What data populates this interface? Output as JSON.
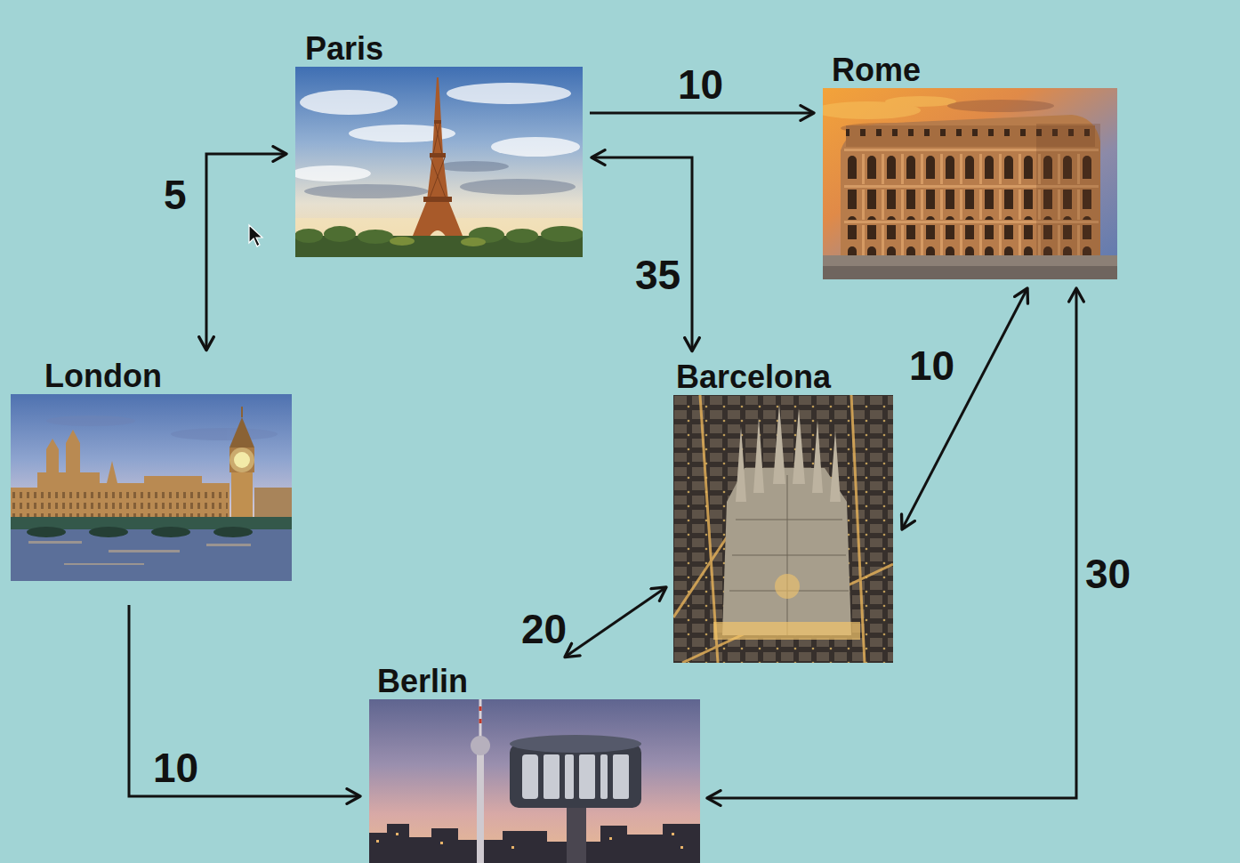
{
  "diagram": {
    "nodes": [
      {
        "text": [
          "Paris"
        ]
      },
      {
        "text": [
          "Rome"
        ]
      },
      {
        "text": [
          "London"
        ]
      },
      {
        "text": [
          "Barcelona"
        ]
      },
      {
        "text": [
          "Berlin"
        ]
      }
    ],
    "edges": [
      {
        "from": 0,
        "to": 1,
        "arrow": "to",
        "label": "10"
      },
      {
        "from": 0,
        "to": 3,
        "arrow": "both",
        "label": "35"
      },
      {
        "from": 2,
        "to": 0,
        "arrow": "both",
        "label": "5"
      },
      {
        "from": 3,
        "to": 1,
        "arrow": "both",
        "label": "10"
      },
      {
        "from": 4,
        "to": 3,
        "arrow": "both",
        "label": "20"
      },
      {
        "from": 2,
        "to": 4,
        "arrow": "to",
        "label": "10"
      },
      {
        "from": 1,
        "to": 4,
        "arrow": "both",
        "label": "30"
      }
    ]
  }
}
